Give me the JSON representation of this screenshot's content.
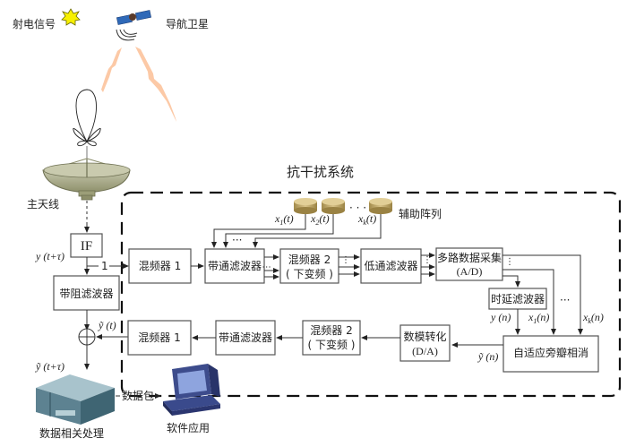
{
  "title": "抗干扰系统",
  "top": {
    "jamming_signal_label": "射电信号",
    "satellite_label": "导航卫星",
    "main_antenna_label": "主天线",
    "aux_array_label": "辅助阵列",
    "aux_ellipsis": "· · ·"
  },
  "left_chain": {
    "if_label": "IF",
    "y_t_tau": "y (t+τ)",
    "switch_label": "1",
    "band_stop_filter": "带阻滤波器",
    "y_tilde_t": "ỹ (t)",
    "y_tilde_t_tau": "ỹ (t+τ)",
    "data_processing_label": "数据相关处理",
    "data_packet_label": "数据包",
    "software_label": "软件应用"
  },
  "upper_chain": {
    "mixer1": "混频器 1",
    "bandpass": "带通滤波器",
    "mixer2_line1": "混频器 2",
    "mixer2_line2": "( 下变频 )",
    "lowpass": "低通滤波器",
    "adc_line1": "多路数据采集",
    "adc_line2": "(A/D)",
    "delay_filter": "时延滤波器",
    "canceller": "自适应旁瓣相消"
  },
  "lower_chain": {
    "dac_line1": "数模转化",
    "dac_line2": "(D/A)",
    "mixer2_line1": "混频器 2",
    "mixer2_line2": "( 下变频 )",
    "bandpass": "带通滤波器",
    "mixer1": "混频器 1"
  },
  "signals": {
    "x1_t": "x",
    "x1_sub": "1",
    "x2_sub": "2",
    "xk_sub": "k",
    "t_arg": "(t)",
    "n_arg": "(n)",
    "y_n": "y (n)",
    "y_tilde_n": "ỹ (n)",
    "ellipsis": "···"
  }
}
